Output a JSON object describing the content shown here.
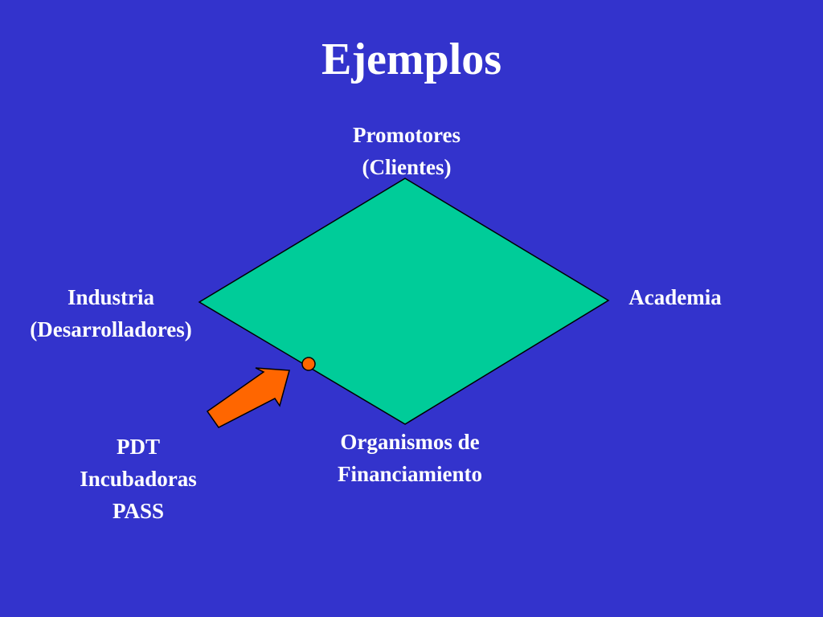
{
  "slide": {
    "title": "Ejemplos"
  },
  "diagram": {
    "top": {
      "line1": "Promotores",
      "line2": "(Clientes)"
    },
    "left": {
      "line1": "Industria",
      "line2": "(Desarrolladores)"
    },
    "right": {
      "line1": "Academia"
    },
    "bottom": {
      "line1": "Organismos de",
      "line2": "Financiamiento"
    },
    "pointer": {
      "line1": "PDT",
      "line2": "Incubadoras",
      "line3": "PASS"
    }
  },
  "colors": {
    "background": "#3333cc",
    "diamond_fill": "#00cc99",
    "arrow_fill": "#ff6600",
    "marker_fill": "#ff6600",
    "text": "#ffffff"
  }
}
